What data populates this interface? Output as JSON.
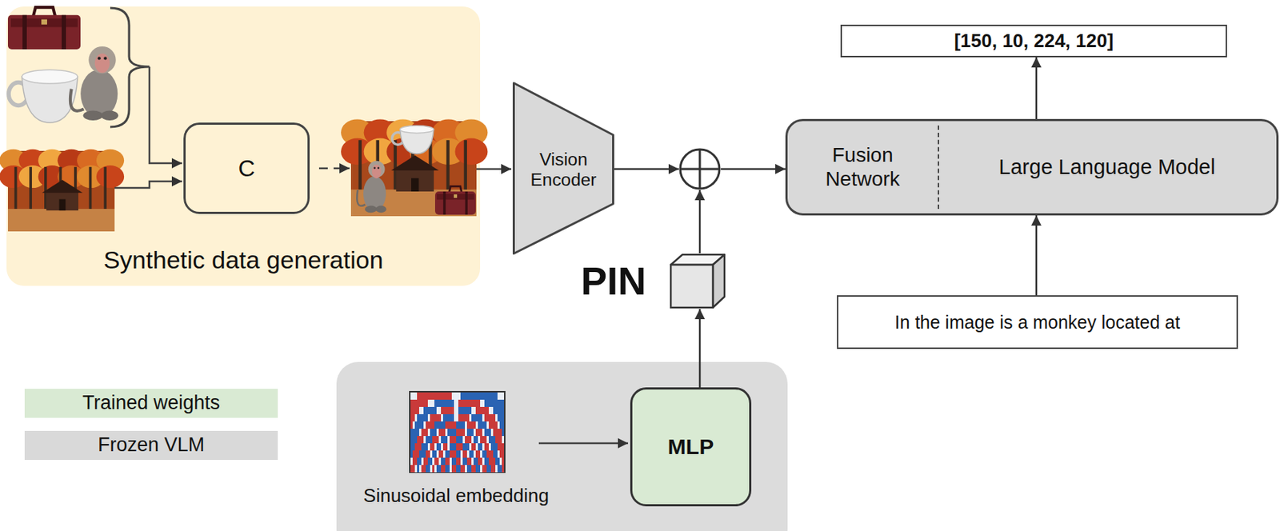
{
  "diagram": {
    "nodes": [
      {
        "text": [
          "Synthetic data generation"
        ]
      },
      {
        "text": [
          "C"
        ],
        "in": 0
      },
      {
        "text": [
          "Vision Encoder"
        ]
      },
      {
        "text": [
          "[150, 10, 224, 120]"
        ]
      },
      {
        "text": [
          "Fusion Network",
          "Large Language Model"
        ]
      },
      {
        "text": [
          "PIN"
        ]
      },
      {
        "text": [
          "In the image is a monkey located at"
        ]
      },
      {
        "text": [
          "Sinusoidal embedding"
        ]
      },
      {
        "text": [
          "MLP"
        ],
        "in": 7
      }
    ],
    "edges": [
      {
        "from": 2,
        "to": 4,
        "arrow": "to"
      },
      {
        "from": 5,
        "to": 4,
        "arrow": "to"
      },
      {
        "from": 8,
        "to": 5,
        "arrow": "to"
      },
      {
        "from": 4,
        "to": 3,
        "arrow": "to"
      },
      {
        "from": 6,
        "to": 4,
        "arrow": "to"
      }
    ],
    "legend": [
      {
        "text": "Trained weights",
        "color": "#d9ead3"
      },
      {
        "text": "Frozen VLM",
        "color": "#d9d9d9"
      }
    ]
  }
}
